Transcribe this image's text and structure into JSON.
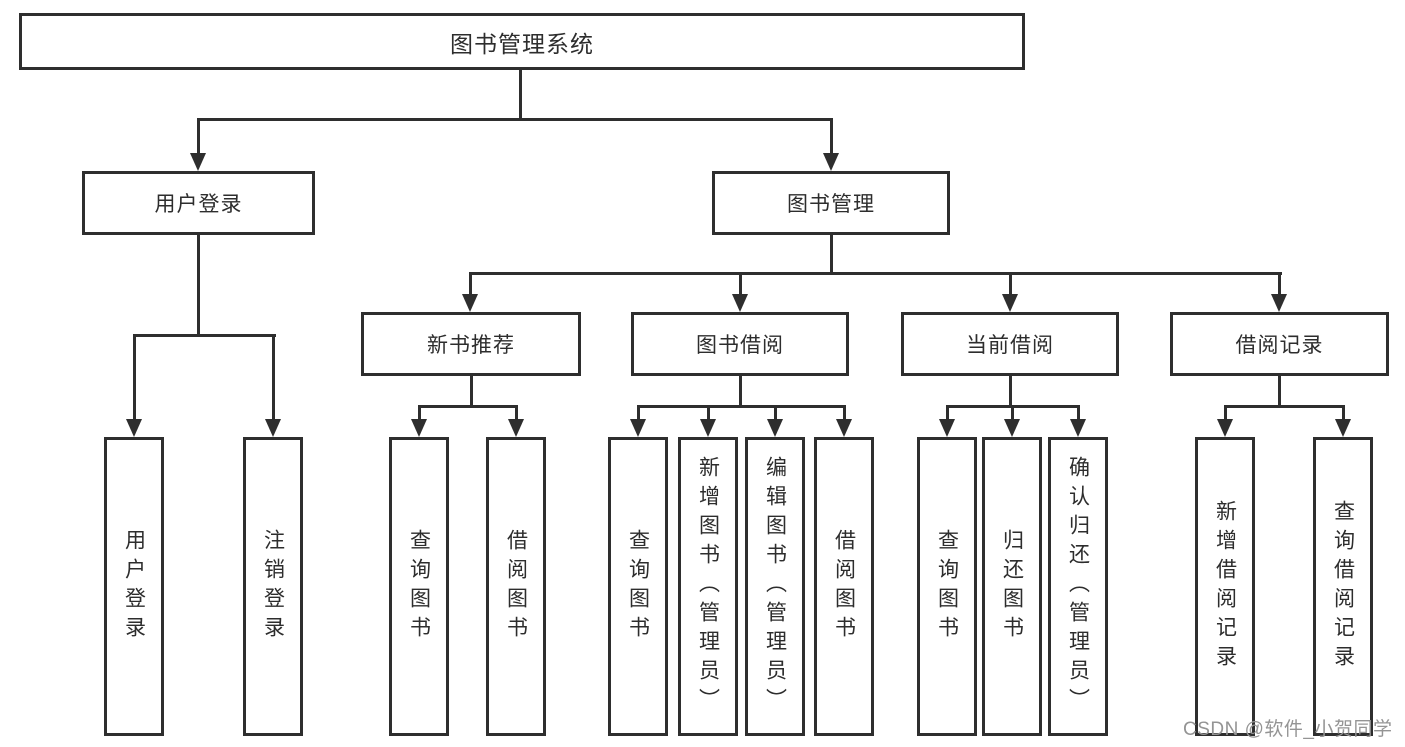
{
  "diagram_type": "hierarchy-flowchart",
  "tree": {
    "label": "图书管理系统",
    "children": [
      {
        "label": "用户登录",
        "children": [
          {
            "label": "用户登录"
          },
          {
            "label": "注销登录"
          }
        ]
      },
      {
        "label": "图书管理",
        "children": [
          {
            "label": "新书推荐",
            "children": [
              {
                "label": "查询图书"
              },
              {
                "label": "借阅图书"
              }
            ]
          },
          {
            "label": "图书借阅",
            "children": [
              {
                "label": "查询图书"
              },
              {
                "label": "新增图书（管理员）"
              },
              {
                "label": "编辑图书（管理员）"
              },
              {
                "label": "借阅图书"
              }
            ]
          },
          {
            "label": "当前借阅",
            "children": [
              {
                "label": "查询图书"
              },
              {
                "label": "归还图书"
              },
              {
                "label": "确认归还（管理员）"
              }
            ]
          },
          {
            "label": "借阅记录",
            "children": [
              {
                "label": "新增借阅记录"
              },
              {
                "label": "查询借阅记录"
              }
            ]
          }
        ]
      }
    ]
  },
  "watermark": {
    "text": "CSDN @软件_小贺同学"
  },
  "colors": {
    "line": "#2e2e2e",
    "text": "#2d2d2d",
    "watermark": "#949494",
    "background": "#ffffff"
  }
}
